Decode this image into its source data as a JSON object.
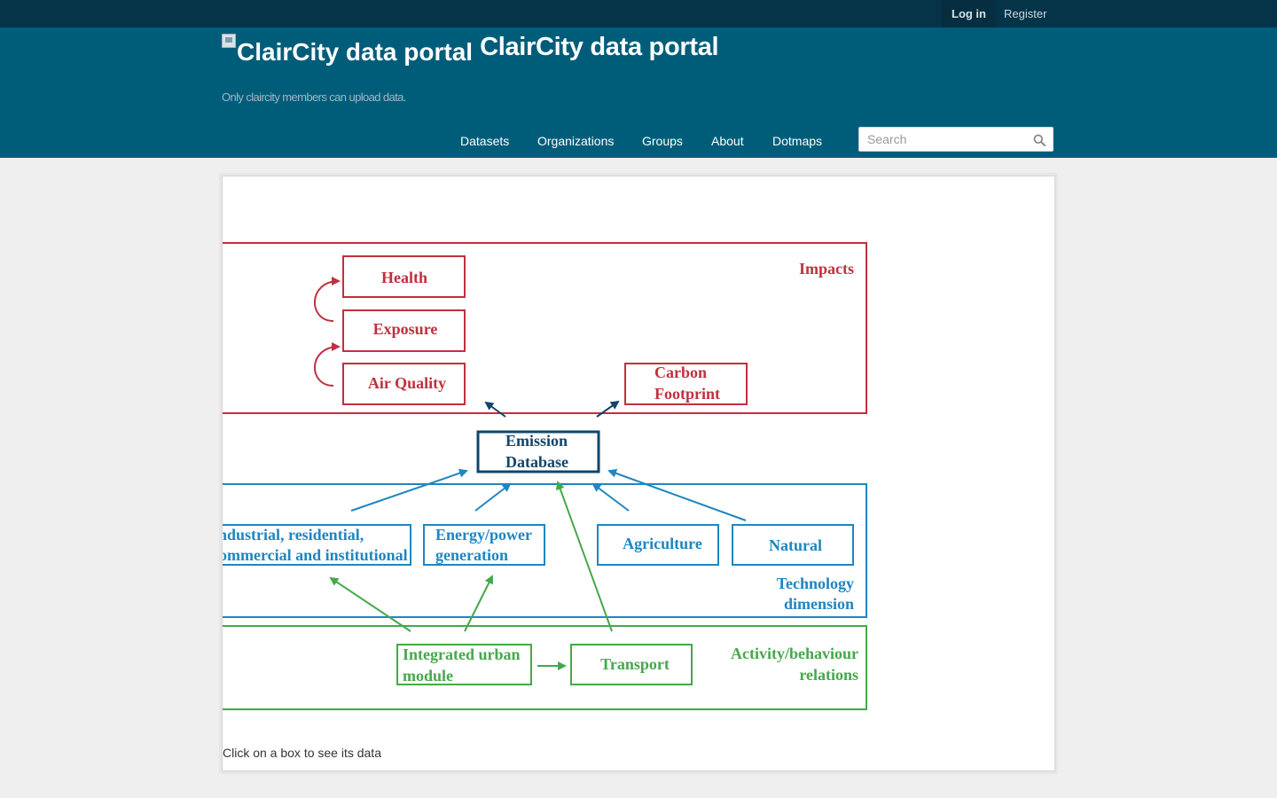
{
  "account": {
    "login": "Log in",
    "register": "Register"
  },
  "site": {
    "logo_alt": "ClairCity data portal",
    "title": "ClairCity data portal",
    "tagline": "Only claircity members can upload data."
  },
  "nav": [
    "Datasets",
    "Organizations",
    "Groups",
    "About",
    "Dotmaps"
  ],
  "search": {
    "placeholder": "Search"
  },
  "diagram": {
    "colors": {
      "impacts": "#c0303f",
      "emission": "#11456a",
      "technology": "#1e86c2",
      "activity": "#45a84b"
    },
    "layers": {
      "impacts": "Impacts",
      "technology": [
        "Technology",
        "dimension"
      ],
      "activity": [
        "Activity/behaviour",
        "relations"
      ]
    },
    "boxes": {
      "health": "Health",
      "exposure": "Exposure",
      "air_quality": "Air Quality",
      "carbon": [
        "Carbon",
        "Footprint"
      ],
      "emission": [
        "Emission",
        "Database"
      ],
      "industrial": [
        "Industrial, residential,",
        "commercial and institutional"
      ],
      "energy": [
        "Energy/power",
        "generation"
      ],
      "agriculture": "Agriculture",
      "natural": "Natural",
      "integrated": [
        "Integrated urban",
        "module"
      ],
      "transport": "Transport"
    }
  },
  "caption": "Click on a box to see its data"
}
